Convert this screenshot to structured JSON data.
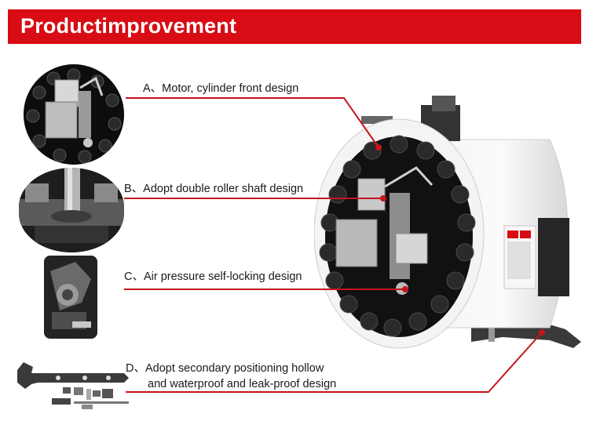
{
  "banner": {
    "title": "Productimprovement"
  },
  "features": [
    {
      "id": "A",
      "text": "A、Motor, cylinder front design"
    },
    {
      "id": "B",
      "text": "B、Adopt double roller shaft design"
    },
    {
      "id": "C",
      "text": "C、Air pressure self-locking design"
    },
    {
      "id": "D",
      "text_line1": "D、Adopt secondary positioning hollow",
      "text_line2": "and waterproof and leak-proof design"
    }
  ],
  "colors": {
    "accent": "#d90b14",
    "leader": "#c8141c",
    "text": "#1a1a1a"
  }
}
